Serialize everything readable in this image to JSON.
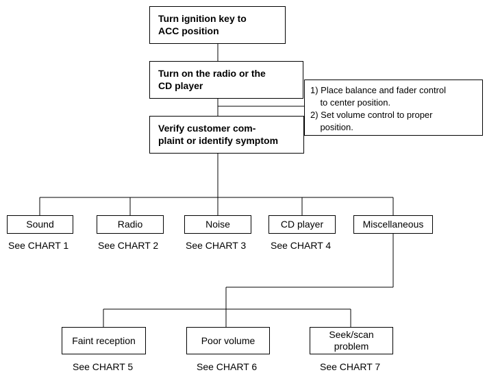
{
  "steps": [
    "Turn ignition key to\nACC position",
    "Turn on the radio or the\nCD player",
    "Verify customer com-\nplaint  or identify symptom"
  ],
  "note": {
    "lines": [
      "1) Place balance and fader control",
      "    to center position.",
      "2) Set volume control to proper",
      "    position."
    ]
  },
  "categories": [
    {
      "label": "Sound",
      "ref": "See CHART 1"
    },
    {
      "label": "Radio",
      "ref": "See CHART 2"
    },
    {
      "label": "Noise",
      "ref": "See CHART 3"
    },
    {
      "label": "CD player",
      "ref": "See CHART 4"
    },
    {
      "label": "Miscellaneous",
      "ref": ""
    }
  ],
  "misc_items": [
    {
      "label": "Faint reception",
      "ref": "See CHART 5"
    },
    {
      "label": "Poor volume",
      "ref": "See CHART 6"
    },
    {
      "label": "Seek/scan\nproblem",
      "ref": "See CHART 7"
    }
  ]
}
